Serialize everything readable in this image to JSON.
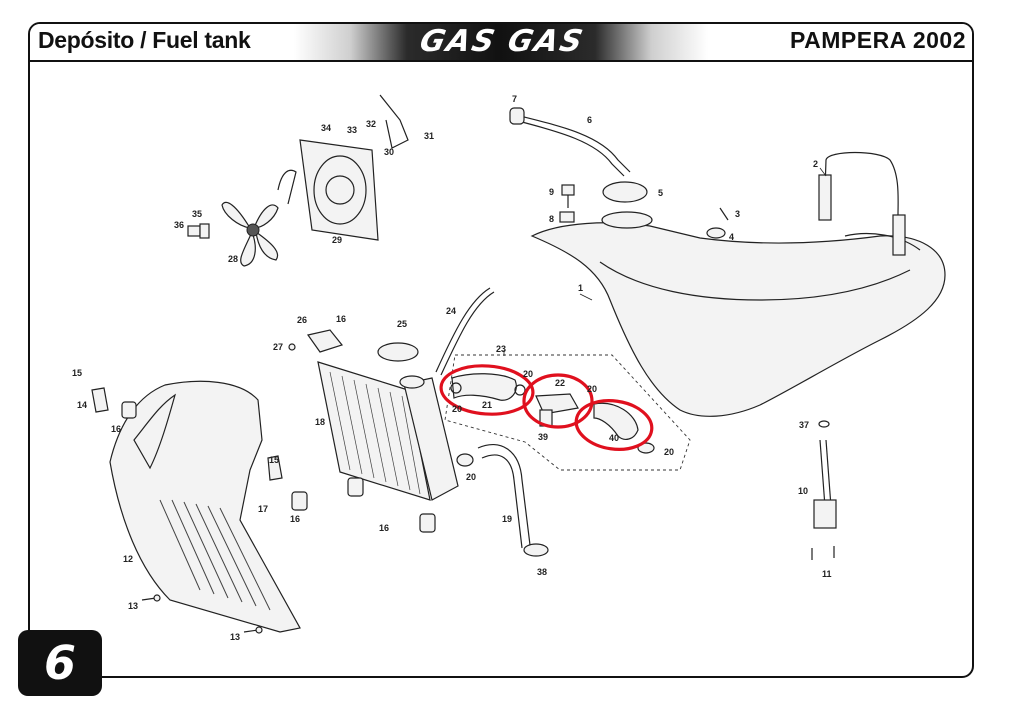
{
  "header": {
    "title": "Depósito / Fuel tank",
    "brand": "GAS GAS",
    "model": "PAMPERA 2002"
  },
  "page_number": "6",
  "part_labels": [
    {
      "id": "p1",
      "text": "1"
    },
    {
      "id": "p2",
      "text": "2"
    },
    {
      "id": "p3",
      "text": "3"
    },
    {
      "id": "p4",
      "text": "4"
    },
    {
      "id": "p5",
      "text": "5"
    },
    {
      "id": "p6",
      "text": "6"
    },
    {
      "id": "p7",
      "text": "7"
    },
    {
      "id": "p8",
      "text": "8"
    },
    {
      "id": "p9",
      "text": "9"
    },
    {
      "id": "p10",
      "text": "10"
    },
    {
      "id": "p11",
      "text": "11"
    },
    {
      "id": "p12",
      "text": "12"
    },
    {
      "id": "p13a",
      "text": "13"
    },
    {
      "id": "p13b",
      "text": "13"
    },
    {
      "id": "p14",
      "text": "14"
    },
    {
      "id": "p15a",
      "text": "15"
    },
    {
      "id": "p15b",
      "text": "15"
    },
    {
      "id": "p16a",
      "text": "16"
    },
    {
      "id": "p16b",
      "text": "16"
    },
    {
      "id": "p16c",
      "text": "16"
    },
    {
      "id": "p16d",
      "text": "16"
    },
    {
      "id": "p17",
      "text": "17"
    },
    {
      "id": "p18",
      "text": "18"
    },
    {
      "id": "p19",
      "text": "19"
    },
    {
      "id": "p20a",
      "text": "20"
    },
    {
      "id": "p20b",
      "text": "20"
    },
    {
      "id": "p20c",
      "text": "20"
    },
    {
      "id": "p20d",
      "text": "20"
    },
    {
      "id": "p20e",
      "text": "20"
    },
    {
      "id": "p21",
      "text": "21"
    },
    {
      "id": "p22",
      "text": "22"
    },
    {
      "id": "p23",
      "text": "23"
    },
    {
      "id": "p24",
      "text": "24"
    },
    {
      "id": "p25",
      "text": "25"
    },
    {
      "id": "p26",
      "text": "26"
    },
    {
      "id": "p27",
      "text": "27"
    },
    {
      "id": "p28",
      "text": "28"
    },
    {
      "id": "p29",
      "text": "29"
    },
    {
      "id": "p30",
      "text": "30"
    },
    {
      "id": "p31",
      "text": "31"
    },
    {
      "id": "p32",
      "text": "32"
    },
    {
      "id": "p33",
      "text": "33"
    },
    {
      "id": "p34",
      "text": "34"
    },
    {
      "id": "p35",
      "text": "35"
    },
    {
      "id": "p36",
      "text": "36"
    },
    {
      "id": "p37",
      "text": "37"
    },
    {
      "id": "p38",
      "text": "38"
    },
    {
      "id": "p39",
      "text": "39"
    },
    {
      "id": "p40",
      "text": "40"
    }
  ],
  "highlight_color": "#e0101e"
}
